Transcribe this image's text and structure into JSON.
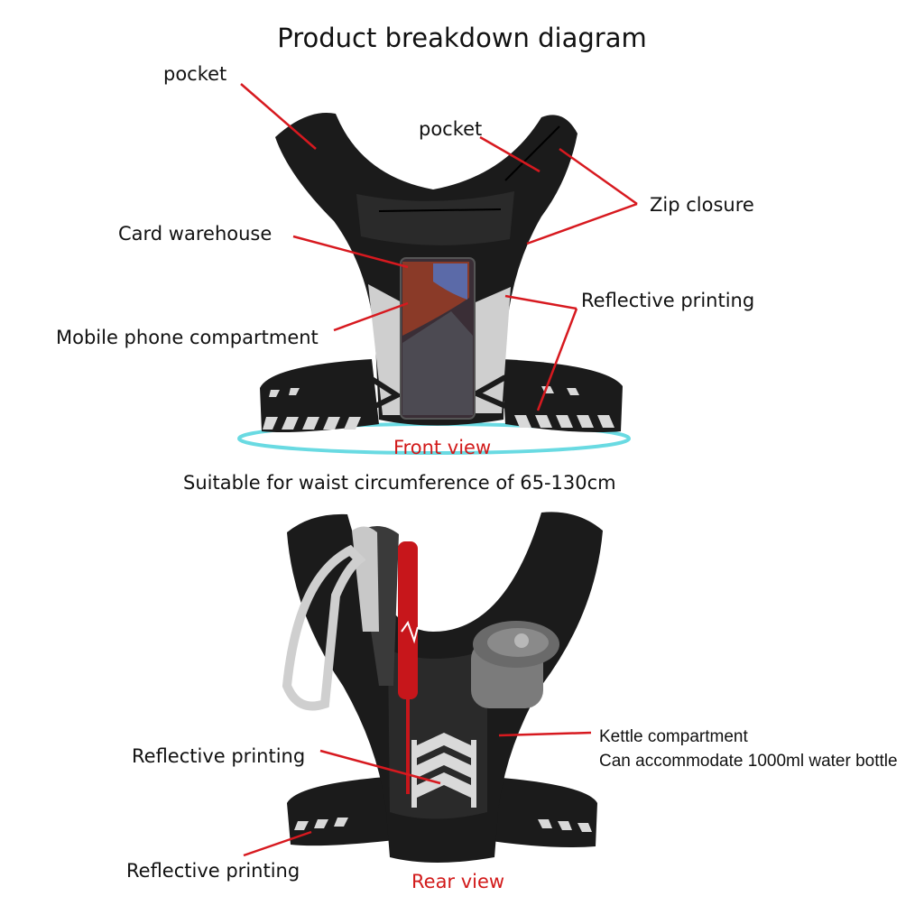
{
  "title": "Product breakdown diagram",
  "front": {
    "view_label": "Front view",
    "labels": {
      "pocket_left": "pocket",
      "pocket_right": "pocket",
      "zip_closure": "Zip closure",
      "card_warehouse": "Card warehouse",
      "reflective_printing": "Reflective printing",
      "mobile_phone": "Mobile phone compartment"
    }
  },
  "waist_note": "Suitable for waist circumference of 65-130cm",
  "rear": {
    "view_label": "Rear view",
    "labels": {
      "kettle_line1": "Kettle compartment",
      "kettle_line2": "Can accommodate 1000ml water bottle",
      "reflective_printing_top": "Reflective printing",
      "reflective_printing_bottom": "Reflective printing"
    }
  },
  "colors": {
    "leader": "#d7191f",
    "vest": "#1b1b1b",
    "reflective": "#d9d9d9",
    "halo": "#4fd3dd",
    "view_label": "#d21a1a"
  }
}
